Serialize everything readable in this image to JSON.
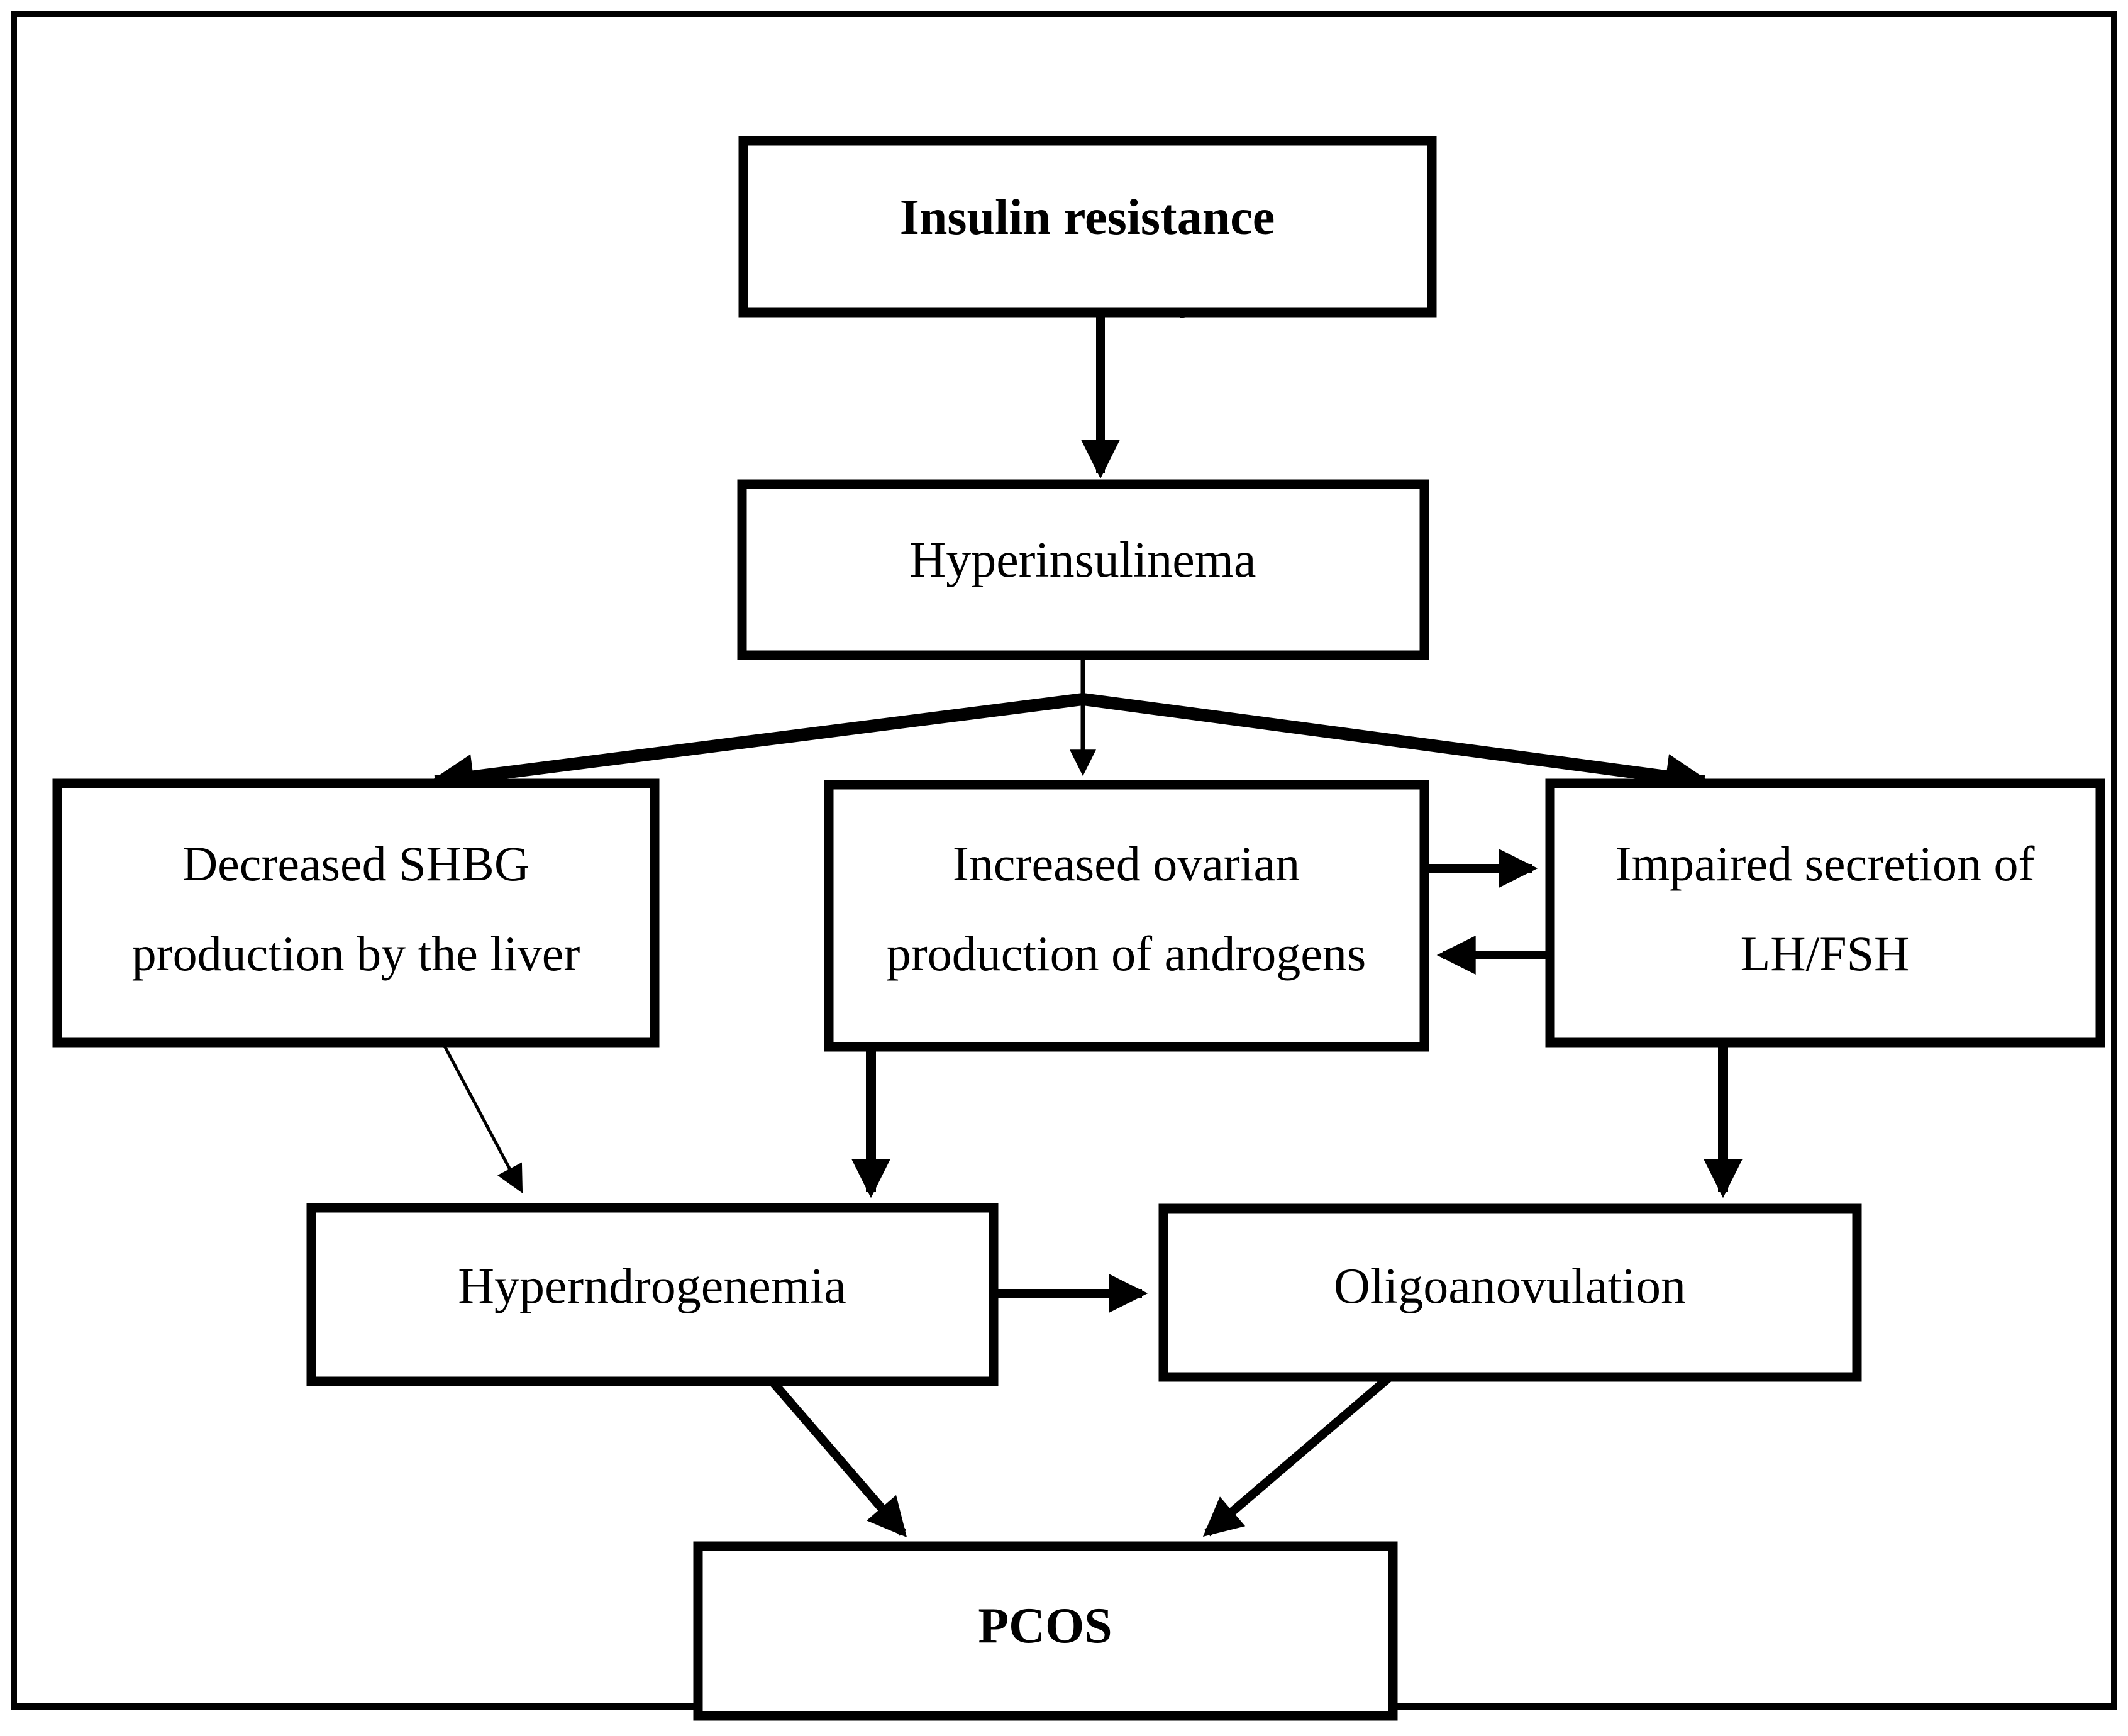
{
  "figure": {
    "background_color": "#ffffff",
    "line_color": "#000000",
    "nodes": {
      "insulin_resistance": {
        "label": "Insulin resistance",
        "emphasis": "bold"
      },
      "hyperinsulinema": {
        "label": "Hyperinsulinema",
        "emphasis": "normal"
      },
      "decreased_shbg": {
        "line1": "Decreased SHBG",
        "line2": "production by the liver",
        "emphasis": "normal"
      },
      "increased_ovarian": {
        "line1": "Increased ovarian",
        "line2": "production of androgens",
        "emphasis": "normal"
      },
      "impaired_secretion": {
        "line1": "Impaired secretion of",
        "line2": "LH/FSH",
        "emphasis": "normal"
      },
      "hyperndrogenemia": {
        "label": "Hyperndrogenemia",
        "emphasis": "normal"
      },
      "oligoanovulation": {
        "label": "Oligoanovulation",
        "emphasis": "normal"
      },
      "pcos": {
        "label": "PCOS",
        "emphasis": "bold"
      }
    },
    "edges": [
      {
        "from": "insulin_resistance",
        "to": "hyperinsulinema",
        "style": "medium-arrow"
      },
      {
        "from": "hyperinsulinema",
        "to": "decreased_shbg",
        "style": "thick-diagonal-arrow"
      },
      {
        "from": "hyperinsulinema",
        "to": "increased_ovarian",
        "style": "thin-vertical-arrow"
      },
      {
        "from": "hyperinsulinema",
        "to": "impaired_secretion",
        "style": "thick-diagonal-arrow"
      },
      {
        "from": "increased_ovarian",
        "to": "impaired_secretion",
        "style": "horizontal-arrow"
      },
      {
        "from": "impaired_secretion",
        "to": "increased_ovarian",
        "style": "horizontal-arrow"
      },
      {
        "from": "decreased_shbg",
        "to": "hyperndrogenemia",
        "style": "thin-diagonal-arrow"
      },
      {
        "from": "increased_ovarian",
        "to": "hyperndrogenemia",
        "style": "thick-vertical-arrow"
      },
      {
        "from": "impaired_secretion",
        "to": "oligoanovulation",
        "style": "thick-vertical-arrow"
      },
      {
        "from": "hyperndrogenemia",
        "to": "oligoanovulation",
        "style": "horizontal-arrow"
      },
      {
        "from": "hyperndrogenemia",
        "to": "pcos",
        "style": "diagonal-arrow"
      },
      {
        "from": "oligoanovulation",
        "to": "pcos",
        "style": "diagonal-arrow"
      }
    ]
  }
}
